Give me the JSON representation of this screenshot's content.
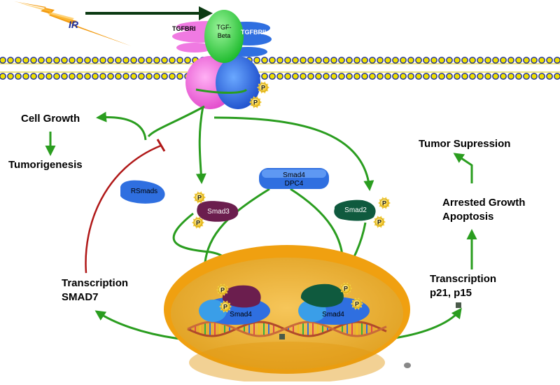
{
  "labels": {
    "ir": "IR",
    "tgfbr1": "TGFBRI",
    "tgf_beta_line1": "TGF-",
    "tgf_beta_line2": "Beta",
    "tgfbr2": "TGFBRII",
    "cell_growth": "Cell Growth",
    "tumorigenesis": "Tumorigenesis",
    "tumor_supression": "Tumor Supression",
    "arrested_growth": "Arrested Growth",
    "apoptosis": "Apoptosis",
    "transcription_p21_line1": "Transcription",
    "transcription_p21_line2": "p21, p15",
    "transcription_smad7_line1": "Transcription",
    "transcription_smad7_line2": "SMAD7",
    "rsmads": "RSmads",
    "smad3": "Smad3",
    "smad2": "Smad2",
    "smad4_dpc4_line1": "Smad4",
    "smad4_dpc4_line2": "DPC4",
    "smad4_left": "Smad4",
    "smad4_right": "Smad4",
    "phospho": "P"
  },
  "colors": {
    "arrow_green": "#2a9d1f",
    "inhibit_red": "#b01818",
    "ir_orange": "#f29a10",
    "membrane_yellow": "#f0e000",
    "membrane_blue": "#1a2d9c",
    "nucleus_outer": "#f2a516",
    "nucleus_inner": "#e8b23a",
    "smad3_purple": "#6b1e4e",
    "smad2_green": "#0f5a3e",
    "smad4_blue": "#2f6fe0",
    "receptor_pink": "#ee66dd",
    "tgf_green": "#22c93a"
  }
}
